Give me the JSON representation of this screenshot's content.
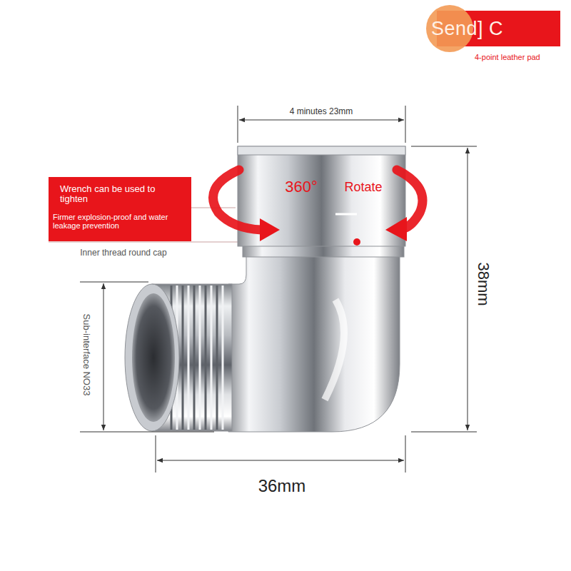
{
  "diagram": {
    "nodes": [
      {
        "text": [
          "Send] C",
          "4-point leather pad"
        ]
      },
      {
        "text": [
          "Wrench can be used to tighten",
          "Firmer explosion-proof and water leakage prevention"
        ]
      }
    ],
    "labels": [
      "4 minutes 23mm",
      "360°",
      "Rotate",
      "Inner thread round cap",
      "Sub-interface NO33",
      "38mm",
      "36mm"
    ]
  }
}
